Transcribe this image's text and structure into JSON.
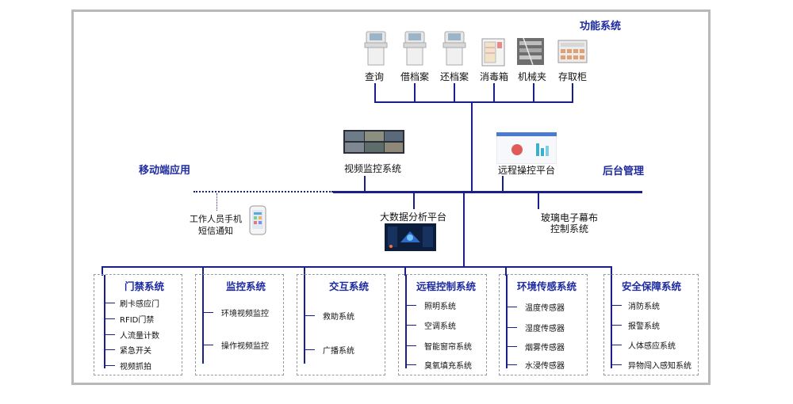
{
  "function_systems": {
    "title": "功能系统",
    "devices": [
      {
        "label": "查询",
        "icon": "kiosk-icon"
      },
      {
        "label": "借档案",
        "icon": "kiosk-icon"
      },
      {
        "label": "还档案",
        "icon": "kiosk-icon"
      },
      {
        "label": "消毒箱",
        "icon": "disinfection-cabinet-icon"
      },
      {
        "label": "机械夹",
        "icon": "mechanical-gripper-icon"
      },
      {
        "label": "存取柜",
        "icon": "storage-cabinet-icon"
      }
    ]
  },
  "middle": {
    "video_monitoring": "视频监控系统",
    "remote_platform": "远程操控平台",
    "mobile_app": "移动端应用",
    "backend": "后台管理",
    "staff_notice_line1": "工作人员手机",
    "staff_notice_line2": "短信通知",
    "big_data": "大数据分析平台",
    "glass_curtain_line1": "玻璃电子幕布",
    "glass_curtain_line2": "控制系统"
  },
  "subsystems": [
    {
      "title": "门禁系统",
      "items": [
        "刷卡感应门",
        "RFID门禁",
        "人流量计数",
        "紧急开关",
        "视频抓拍"
      ]
    },
    {
      "title": "监控系统",
      "items": [
        "环境视频监控",
        "操作视频监控"
      ]
    },
    {
      "title": "交互系统",
      "items": [
        "救助系统",
        "广播系统"
      ]
    },
    {
      "title": "远程控制系统",
      "items": [
        "照明系统",
        "空调系统",
        "智能窗帘系统",
        "臭氧填充系统"
      ]
    },
    {
      "title": "环境传感系统",
      "items": [
        "温度传感器",
        "湿度传感器",
        "烟雾传感器",
        "水浸传感器"
      ]
    },
    {
      "title": "安全保障系统",
      "items": [
        "消防系统",
        "报警系统",
        "人体感应系统",
        "异物闯入感知系统"
      ]
    }
  ],
  "colors": {
    "line": "#1b1f8c",
    "accent_text": "#1e2ba0",
    "frame": "#b9b9b9"
  }
}
